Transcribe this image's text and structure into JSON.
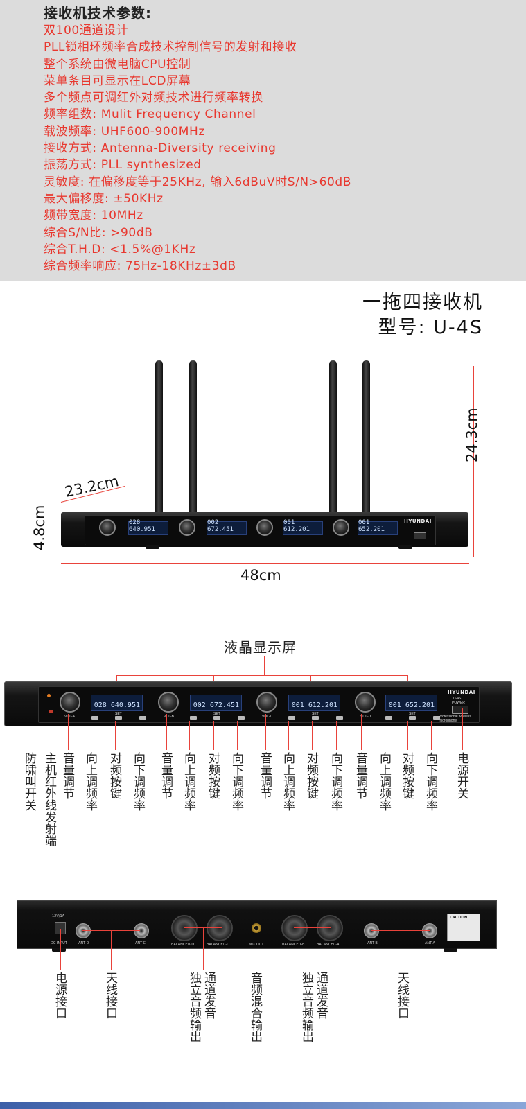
{
  "spec": {
    "title": "接收机技术参数:",
    "lines": [
      "双100通道设计",
      "PLL锁相环频率合成技术控制信号的发射和接收",
      "整个系统由微电脑CPU控制",
      "菜单条目可显示在LCD屏幕",
      "多个频点可调红外对频技术进行频率转换",
      "频率组数: Mulit Frequency Channel",
      "载波频率: UHF600-900MHz",
      "接收方式: Antenna-Diversity receiving",
      "振荡方式: PLL synthesized",
      "灵敏度: 在偏移度等于25KHz, 输入6dBuV时S/N>60dB",
      "最大偏移度: ±50KHz",
      "频带宽度: 10MHz",
      "综合S/N比: >90dB",
      "综合T.H.D: <1.5%@1KHz",
      "综合频率响应: 75Hz-18KHz±3dB"
    ],
    "accent_color": "#e8382f",
    "background": "#dcdcdc"
  },
  "product": {
    "name": "一拖四接收机",
    "model": "型号: U-4S"
  },
  "dimensions": {
    "width": "48cm",
    "depth": "23.2cm",
    "height_total": "24.3cm",
    "height_body": "4.8cm",
    "line_color": "#e9433b"
  },
  "device": {
    "brand": "HYUNDAI",
    "model_small": "U-4S",
    "power_label": "POWER",
    "pro_label": "Professional wireless microphone",
    "set_label": "SET",
    "vol_labels": [
      "VOL-A",
      "VOL-B",
      "VOL-C",
      "VOL-D"
    ],
    "lcd_readouts": [
      "028 640.951",
      "002 672.451",
      "001 612.201",
      "001 652.201"
    ],
    "lcd_color": "#0d1d3b"
  },
  "front_panel": {
    "lcd_caption": "液晶显示屏",
    "annotations": [
      "防啸叫开关",
      "主机红外线发射端",
      "音量调节",
      "向上调频率",
      "对频按键",
      "向下调频率",
      "音量调节",
      "向上调频率",
      "对频按键",
      "向下调频率",
      "音量调节",
      "向上调频率",
      "对频按键",
      "向下调频率",
      "音量调节",
      "向上调频率",
      "对频按键",
      "向下调频率",
      "电源开关"
    ]
  },
  "rear_panel": {
    "labels": [
      "12V/1A",
      "DC INPUT",
      "ANT-D",
      "ANT-C",
      "BALANCED-D",
      "BALANCED-C",
      "MIX OUT",
      "BALANCED-B",
      "BALANCED-A",
      "ANT-B",
      "ANT-A",
      "CAUTION"
    ],
    "annotations": [
      "电源接口",
      "天线接口",
      "独立音频输出",
      "通道发音",
      "音频混合输出",
      "独立音频输出",
      "通道发音",
      "天线接口"
    ]
  }
}
